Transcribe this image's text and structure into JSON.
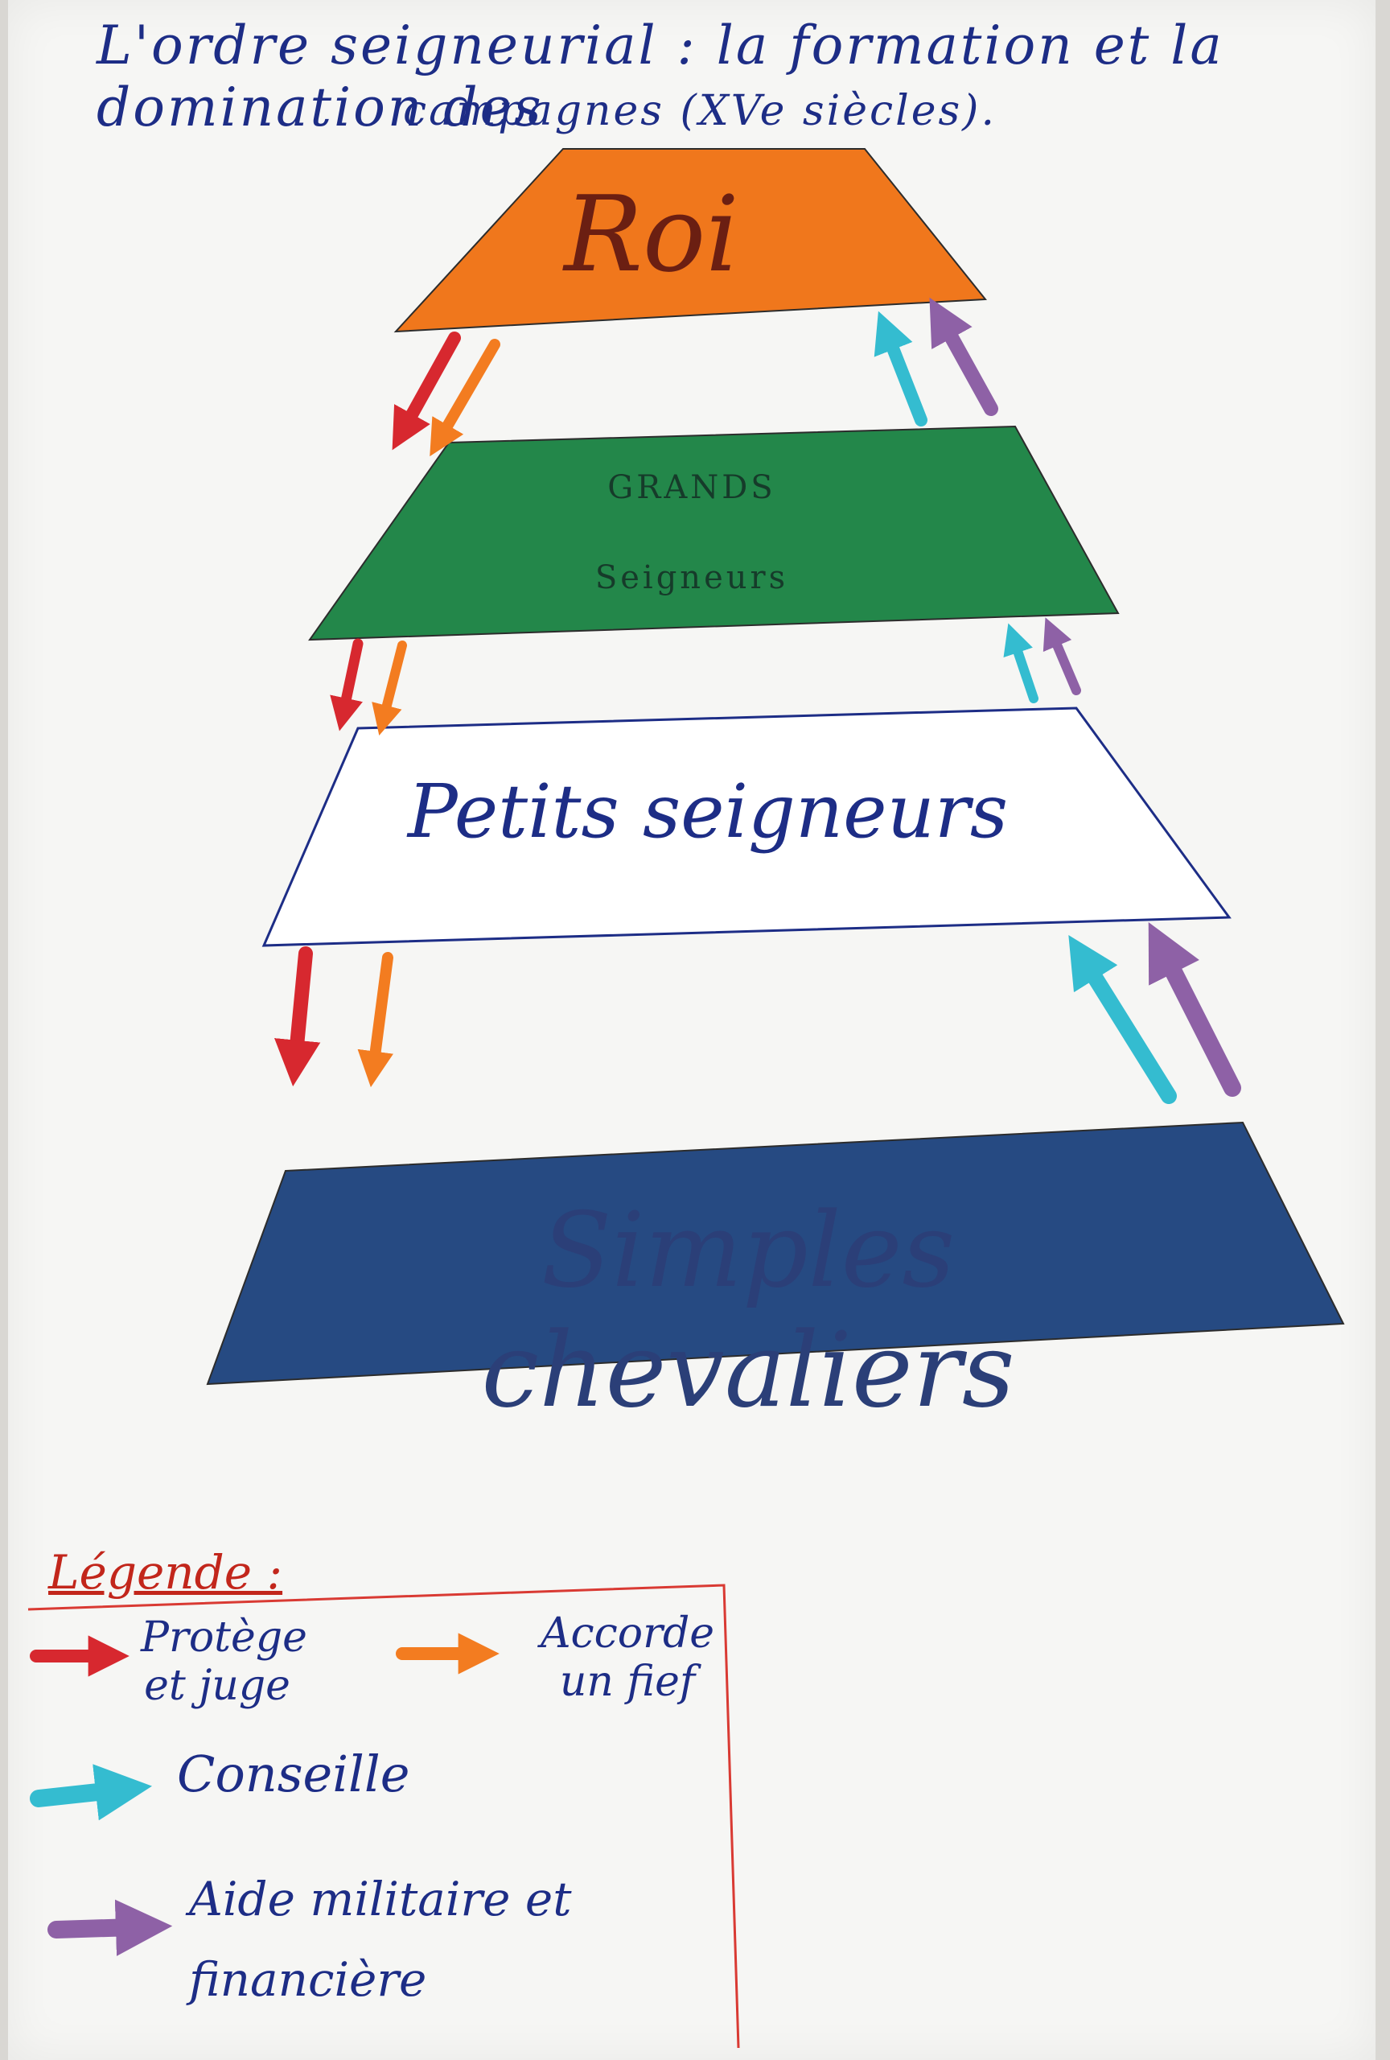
{
  "title": {
    "line1": "L'ordre seigneurial : la formation et la domination des",
    "line2": "campagnes (XVe siècles)."
  },
  "tiers": [
    {
      "label": "Roi",
      "color": "#f0771c"
    },
    {
      "label": "GRANDS Seigneurs",
      "color": "#23874a"
    },
    {
      "label": "Petits seigneurs",
      "color": "#ffffff"
    },
    {
      "label": "Simples chevaliers",
      "color": "#264a82"
    }
  ],
  "relations": [
    {
      "key": "protege",
      "label": "Protège et juge",
      "color": "#d7282f",
      "direction": "down"
    },
    {
      "key": "fief",
      "label": "Accorde un fief",
      "color": "#f37c20",
      "direction": "down"
    },
    {
      "key": "conseille",
      "label": "Conseille",
      "color": "#34bcd0",
      "direction": "up"
    },
    {
      "key": "aide",
      "label": "Aide militaire et financière",
      "color": "#8e61a6",
      "direction": "up"
    }
  ],
  "legend": {
    "title": "Légende :"
  }
}
